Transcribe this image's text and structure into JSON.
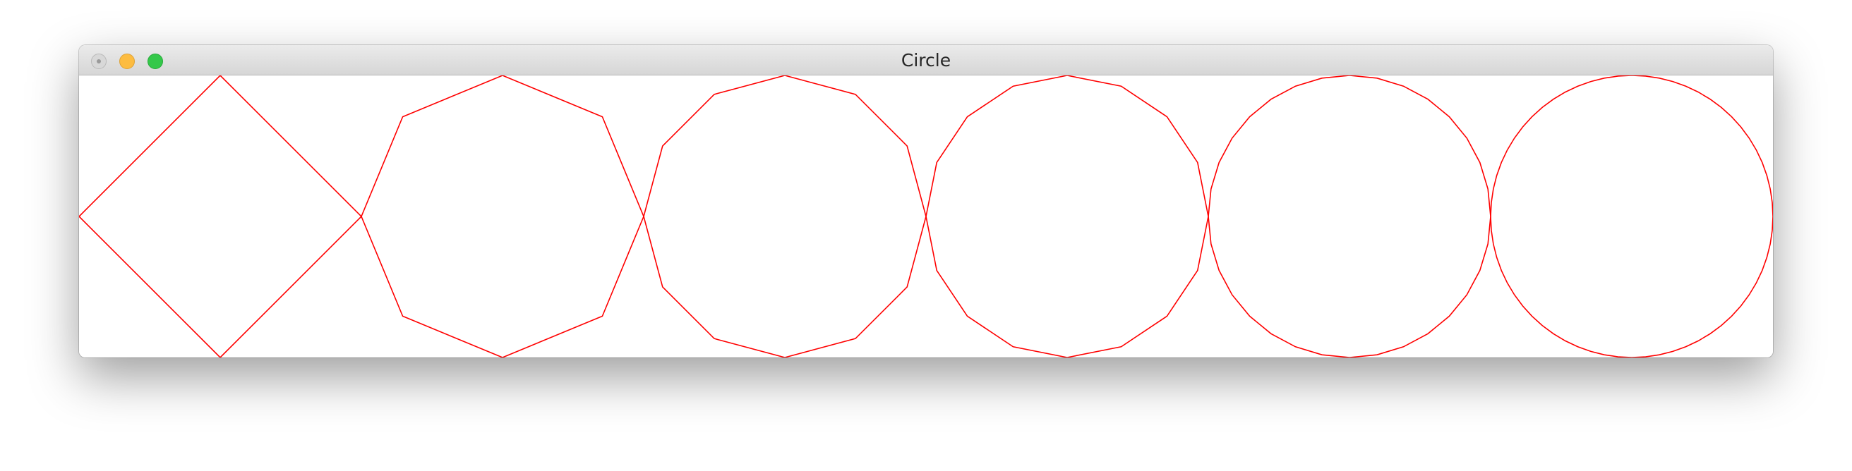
{
  "window": {
    "title": "Circle",
    "buttons": {
      "close": "close",
      "minimize": "minimize",
      "zoom": "zoom"
    }
  },
  "polygons": {
    "stroke_color": "#ff0000",
    "sides": [
      4,
      8,
      12,
      16,
      32,
      64
    ]
  }
}
